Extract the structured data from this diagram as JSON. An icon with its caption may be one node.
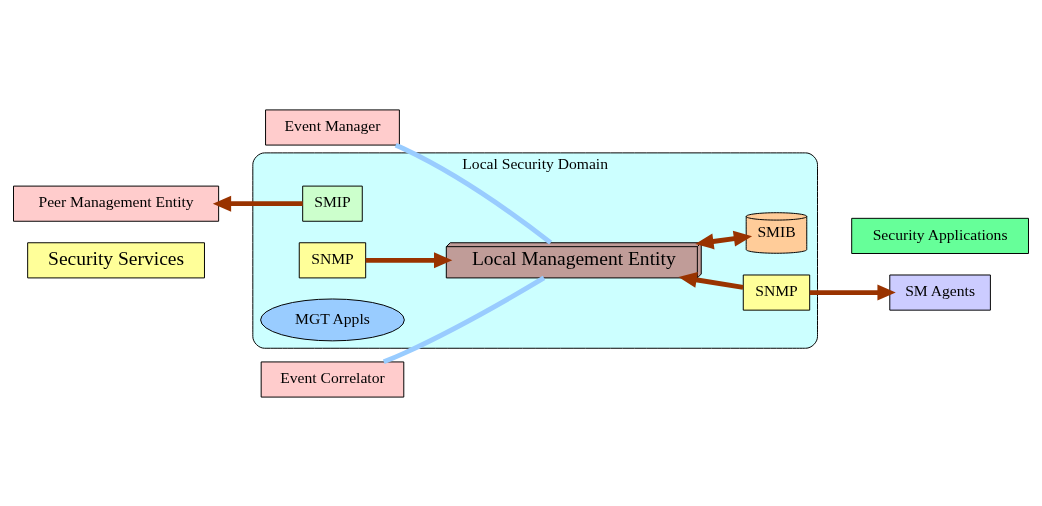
{
  "diagram": {
    "nodes": [
      {
        "text": [
          "Security Services"
        ]
      },
      {
        "text": [
          "Local Security Domain"
        ]
      },
      {
        "text": [
          "Peer Management Entity"
        ]
      },
      {
        "text": [
          "SMIP"
        ],
        "in": 1
      },
      {
        "text": [
          "SNMP"
        ],
        "in": 1
      },
      {
        "text": [
          "Local Management Entity"
        ],
        "in": 1
      },
      {
        "text": [
          "SNMP"
        ],
        "in": 1
      },
      {
        "text": [
          "SM Agents"
        ]
      },
      {
        "text": [
          "Security Applications"
        ]
      },
      {
        "text": [
          "Event Manager"
        ]
      },
      {
        "text": [
          "Event Correlator"
        ]
      },
      {
        "text": [
          "MGT Appls"
        ],
        "in": 1
      },
      {
        "text": [
          "SMIB"
        ],
        "in": 1
      }
    ],
    "edges": [
      {
        "from": 3,
        "to": 2,
        "arrow": "to"
      },
      {
        "from": 4,
        "to": 5,
        "arrow": "to"
      },
      {
        "from": 6,
        "to": 5,
        "arrow": "to"
      },
      {
        "from": 6,
        "to": 7,
        "arrow": "to"
      },
      {
        "from": 5,
        "to": 12,
        "arrow": "both"
      },
      {
        "from": 5,
        "to": 9,
        "arrow": "none",
        "color": "#99ccff"
      },
      {
        "from": 5,
        "to": 10,
        "arrow": "none",
        "color": "#99ccff"
      }
    ]
  }
}
